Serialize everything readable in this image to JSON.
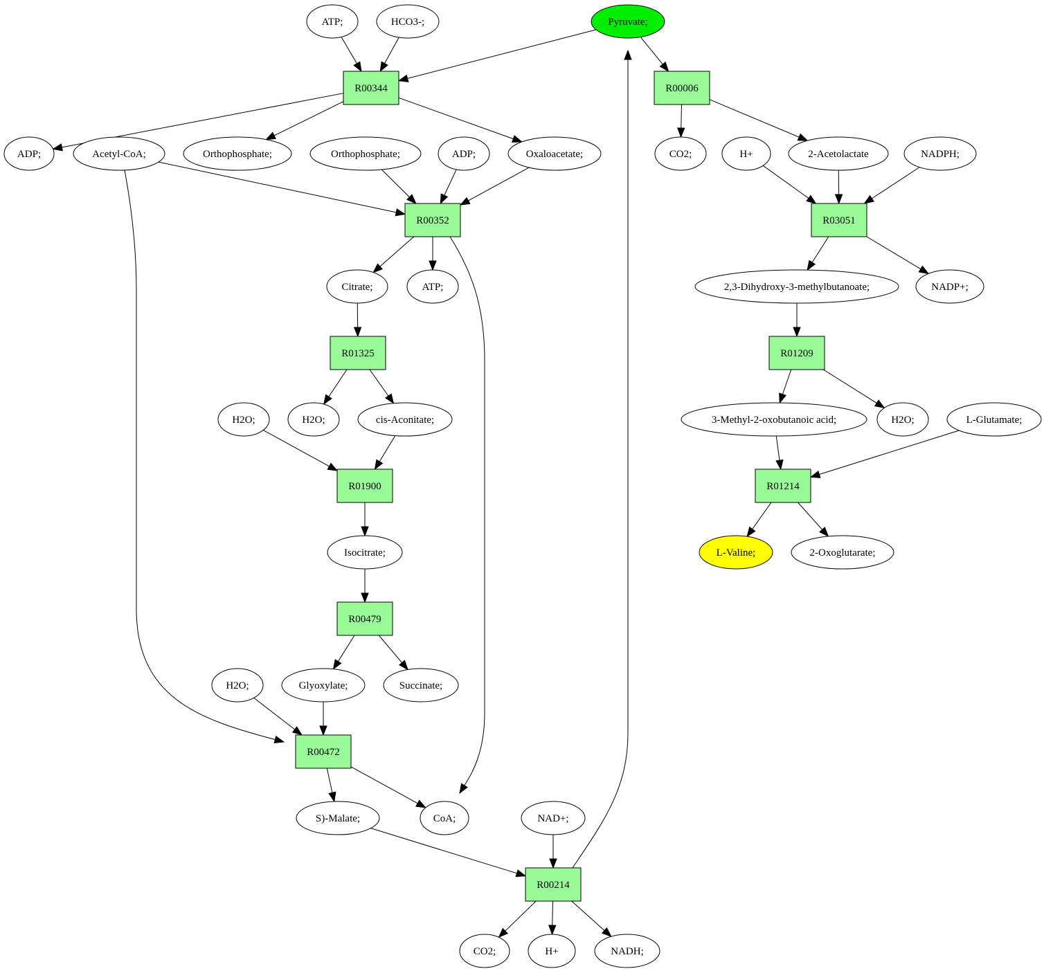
{
  "title": "Pathway: Pyruvate to L-Valine",
  "colors": {
    "reaction_fill": "#98fb98",
    "source_fill": "#00ee00",
    "target_fill": "#ffff00",
    "compound_fill": "#ffffff",
    "stroke": "#000000"
  },
  "nodes": [
    {
      "id": "pyruvate",
      "label": "Pyruvate;",
      "type": "source"
    },
    {
      "id": "atp1",
      "label": "ATP;",
      "type": "compound"
    },
    {
      "id": "hco3",
      "label": "HCO3-;",
      "type": "compound"
    },
    {
      "id": "R00344",
      "label": "R00344",
      "type": "reaction"
    },
    {
      "id": "adp1",
      "label": "ADP;",
      "type": "compound"
    },
    {
      "id": "acetylcoa",
      "label": "Acetyl-CoA;",
      "type": "compound"
    },
    {
      "id": "ortho1",
      "label": "Orthophosphate;",
      "type": "compound"
    },
    {
      "id": "ortho2",
      "label": "Orthophosphate;",
      "type": "compound"
    },
    {
      "id": "adp2",
      "label": "ADP;",
      "type": "compound"
    },
    {
      "id": "oxaloacetate",
      "label": "Oxaloacetate;",
      "type": "compound"
    },
    {
      "id": "R00352",
      "label": "R00352",
      "type": "reaction"
    },
    {
      "id": "citrate",
      "label": "Citrate;",
      "type": "compound"
    },
    {
      "id": "atp2",
      "label": "ATP;",
      "type": "compound"
    },
    {
      "id": "R01325",
      "label": "R01325",
      "type": "reaction"
    },
    {
      "id": "h2o1",
      "label": "H2O;",
      "type": "compound"
    },
    {
      "id": "h2o2",
      "label": "H2O;",
      "type": "compound"
    },
    {
      "id": "cisaconitate",
      "label": "cis-Aconitate;",
      "type": "compound"
    },
    {
      "id": "R01900",
      "label": "R01900",
      "type": "reaction"
    },
    {
      "id": "isocitrate",
      "label": "Isocitrate;",
      "type": "compound"
    },
    {
      "id": "R00479",
      "label": "R00479",
      "type": "reaction"
    },
    {
      "id": "h2o3",
      "label": "H2O;",
      "type": "compound"
    },
    {
      "id": "glyoxylate",
      "label": "Glyoxylate;",
      "type": "compound"
    },
    {
      "id": "succinate",
      "label": "Succinate;",
      "type": "compound"
    },
    {
      "id": "R00472",
      "label": "R00472",
      "type": "reaction"
    },
    {
      "id": "smalate",
      "label": "S)-Malate;",
      "type": "compound"
    },
    {
      "id": "coa",
      "label": "CoA;",
      "type": "compound"
    },
    {
      "id": "nadplus",
      "label": "NAD+;",
      "type": "compound"
    },
    {
      "id": "R00214",
      "label": "R00214",
      "type": "reaction"
    },
    {
      "id": "co2b",
      "label": "CO2;",
      "type": "compound"
    },
    {
      "id": "hplus2",
      "label": "H+",
      "type": "compound"
    },
    {
      "id": "nadh",
      "label": "NADH;",
      "type": "compound"
    },
    {
      "id": "R00006",
      "label": "R00006",
      "type": "reaction"
    },
    {
      "id": "co2a",
      "label": "CO2;",
      "type": "compound"
    },
    {
      "id": "hplus1",
      "label": "H+",
      "type": "compound"
    },
    {
      "id": "acetolactate",
      "label": "2-Acetolactate",
      "type": "compound"
    },
    {
      "id": "nadph",
      "label": "NADPH;",
      "type": "compound"
    },
    {
      "id": "R03051",
      "label": "R03051",
      "type": "reaction"
    },
    {
      "id": "dihydroxy",
      "label": "2,3-Dihydroxy-3-methylbutanoate;",
      "type": "compound"
    },
    {
      "id": "nadpplus",
      "label": "NADP+;",
      "type": "compound"
    },
    {
      "id": "R01209",
      "label": "R01209",
      "type": "reaction"
    },
    {
      "id": "methyloxo",
      "label": "3-Methyl-2-oxobutanoic acid;",
      "type": "compound"
    },
    {
      "id": "h2o4",
      "label": "H2O;",
      "type": "compound"
    },
    {
      "id": "glutamate",
      "label": "L-Glutamate;",
      "type": "compound"
    },
    {
      "id": "R01214",
      "label": "R01214",
      "type": "reaction"
    },
    {
      "id": "valine",
      "label": "L-Valine;",
      "type": "target"
    },
    {
      "id": "oxoglutarate",
      "label": "2-Oxoglutarate;",
      "type": "compound"
    }
  ],
  "edges": [
    [
      "atp1",
      "R00344"
    ],
    [
      "hco3",
      "R00344"
    ],
    [
      "pyruvate",
      "R00344"
    ],
    [
      "R00344",
      "adp1"
    ],
    [
      "R00344",
      "ortho1"
    ],
    [
      "R00344",
      "oxaloacetate"
    ],
    [
      "acetylcoa",
      "R00352"
    ],
    [
      "ortho2",
      "R00352"
    ],
    [
      "adp2",
      "R00352"
    ],
    [
      "oxaloacetate",
      "R00352"
    ],
    [
      "R00352",
      "citrate"
    ],
    [
      "R00352",
      "atp2"
    ],
    [
      "R00352",
      "coa"
    ],
    [
      "citrate",
      "R01325"
    ],
    [
      "R01325",
      "h2o2"
    ],
    [
      "R01325",
      "cisaconitate"
    ],
    [
      "h2o1",
      "R01900"
    ],
    [
      "cisaconitate",
      "R01900"
    ],
    [
      "R01900",
      "isocitrate"
    ],
    [
      "isocitrate",
      "R00479"
    ],
    [
      "R00479",
      "glyoxylate"
    ],
    [
      "R00479",
      "succinate"
    ],
    [
      "acetylcoa",
      "R00472"
    ],
    [
      "h2o3",
      "R00472"
    ],
    [
      "glyoxylate",
      "R00472"
    ],
    [
      "R00472",
      "smalate"
    ],
    [
      "R00472",
      "coa"
    ],
    [
      "smalate",
      "R00214"
    ],
    [
      "nadplus",
      "R00214"
    ],
    [
      "R00214",
      "co2b"
    ],
    [
      "R00214",
      "hplus2"
    ],
    [
      "R00214",
      "nadh"
    ],
    [
      "R00214",
      "pyruvate"
    ],
    [
      "pyruvate",
      "R00006"
    ],
    [
      "R00006",
      "co2a"
    ],
    [
      "R00006",
      "acetolactate"
    ],
    [
      "hplus1",
      "R03051"
    ],
    [
      "acetolactate",
      "R03051"
    ],
    [
      "nadph",
      "R03051"
    ],
    [
      "R03051",
      "dihydroxy"
    ],
    [
      "R03051",
      "nadpplus"
    ],
    [
      "dihydroxy",
      "R01209"
    ],
    [
      "R01209",
      "methyloxo"
    ],
    [
      "R01209",
      "h2o4"
    ],
    [
      "methyloxo",
      "R01214"
    ],
    [
      "glutamate",
      "R01214"
    ],
    [
      "R01214",
      "valine"
    ],
    [
      "R01214",
      "oxoglutarate"
    ]
  ]
}
